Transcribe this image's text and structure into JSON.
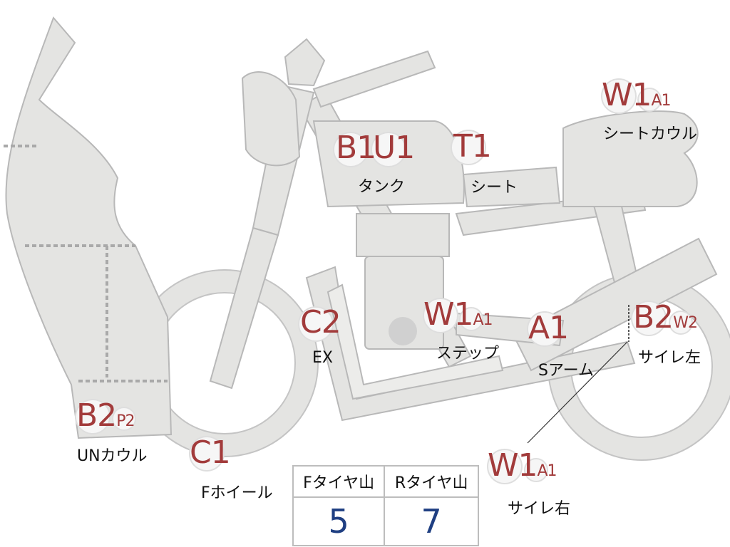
{
  "parts": [
    {
      "id": "tank",
      "codes": [
        {
          "code": "B1",
          "grade": ""
        },
        {
          "code": "U1",
          "grade": ""
        }
      ],
      "label": "タンク"
    },
    {
      "id": "seat",
      "codes": [
        {
          "code": "T1",
          "grade": ""
        }
      ],
      "label": "シート"
    },
    {
      "id": "seat-cowl",
      "codes": [
        {
          "code": "W1",
          "grade": "A1"
        }
      ],
      "label": "シートカウル"
    },
    {
      "id": "exhaust",
      "codes": [
        {
          "code": "C2",
          "grade": ""
        }
      ],
      "label": "EX"
    },
    {
      "id": "step",
      "codes": [
        {
          "code": "W1",
          "grade": "A1"
        }
      ],
      "label": "ステップ"
    },
    {
      "id": "swingarm",
      "codes": [
        {
          "code": "A1",
          "grade": ""
        }
      ],
      "label": "Sアーム"
    },
    {
      "id": "muffler-left",
      "codes": [
        {
          "code": "B2",
          "grade": "W2"
        }
      ],
      "label": "サイレ左"
    },
    {
      "id": "under-cowl",
      "codes": [
        {
          "code": "B2",
          "grade": "P2"
        }
      ],
      "label": "UNカウル"
    },
    {
      "id": "front-wheel",
      "codes": [
        {
          "code": "C1",
          "grade": ""
        }
      ],
      "label": "Fホイール"
    },
    {
      "id": "muffler-right",
      "codes": [
        {
          "code": "W1",
          "grade": "A1"
        }
      ],
      "label": "サイレ右"
    }
  ],
  "tire_table": {
    "front_header": "Fタイヤ山",
    "rear_header": "Rタイヤ山",
    "front_value": "5",
    "rear_value": "7"
  }
}
